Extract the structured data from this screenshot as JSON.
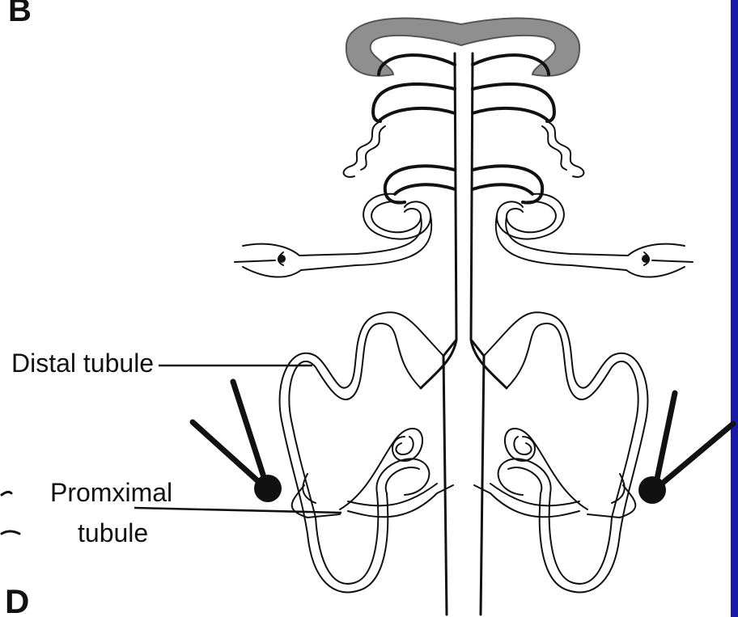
{
  "panel_letters": {
    "top": "B",
    "bottom": "D"
  },
  "labels": {
    "distal": "Distal tubule",
    "proximal_line1": "Promximal",
    "proximal_line2": "tubule"
  },
  "colors": {
    "ink": "#111111",
    "cortex": "#8f8f8f",
    "background": "#ffffff",
    "border": "#1a1aa8"
  }
}
